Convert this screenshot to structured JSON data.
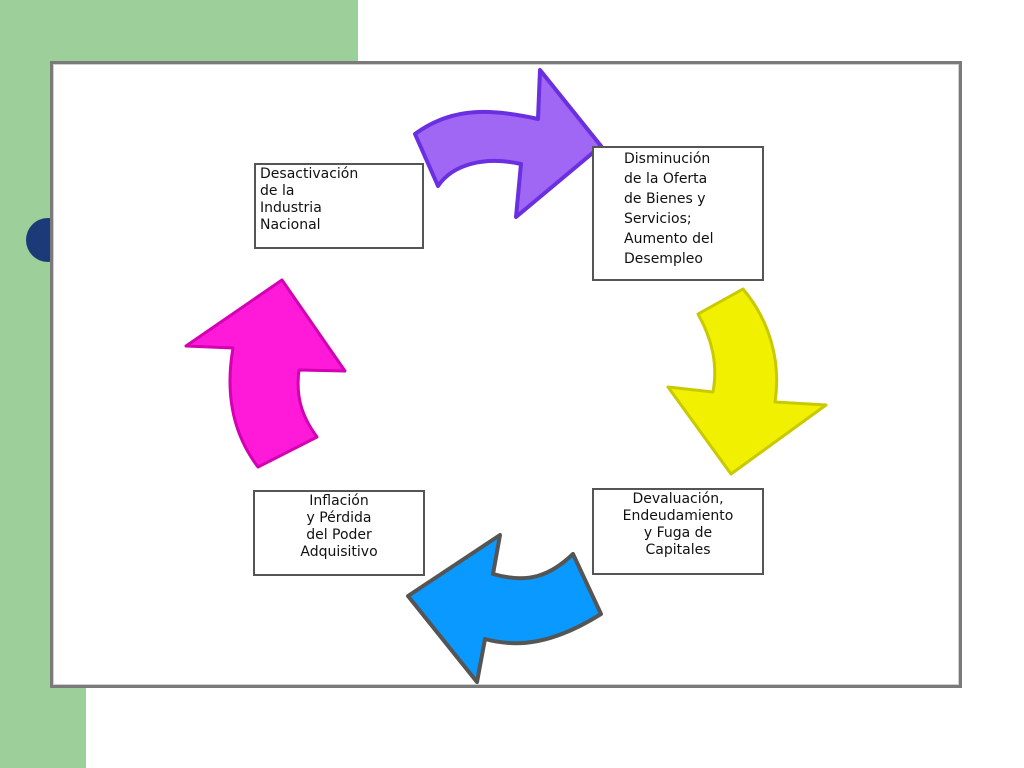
{
  "theme": {
    "green": "#9dcf9a",
    "bullet": "#1c3a78"
  },
  "diagram": {
    "boxes": {
      "desactivacion": "Desactivación\nde la\nIndustria\nNacional",
      "disminucion": "Disminución\nde la Oferta\nde Bienes y\nServicios;\nAumento del\nDesempleo",
      "devaluacion": "Devaluación,\nEndeudamiento\ny Fuga de\nCapitales",
      "inflacion": "Inflación\ny Pérdida\ndel Poder\nAdquisitivo"
    },
    "arrows": [
      {
        "name": "purple-arrow",
        "color": "#a066f4",
        "stroke": "#6a2fe0",
        "direction": "right"
      },
      {
        "name": "yellow-arrow",
        "color": "#f0f000",
        "stroke": "#c9c900",
        "direction": "down"
      },
      {
        "name": "blue-arrow",
        "color": "#0a99ff",
        "stroke": "#555555",
        "direction": "left"
      },
      {
        "name": "magenta-arrow",
        "color": "#ff1ad9",
        "stroke": "#d400b4",
        "direction": "up"
      }
    ]
  }
}
